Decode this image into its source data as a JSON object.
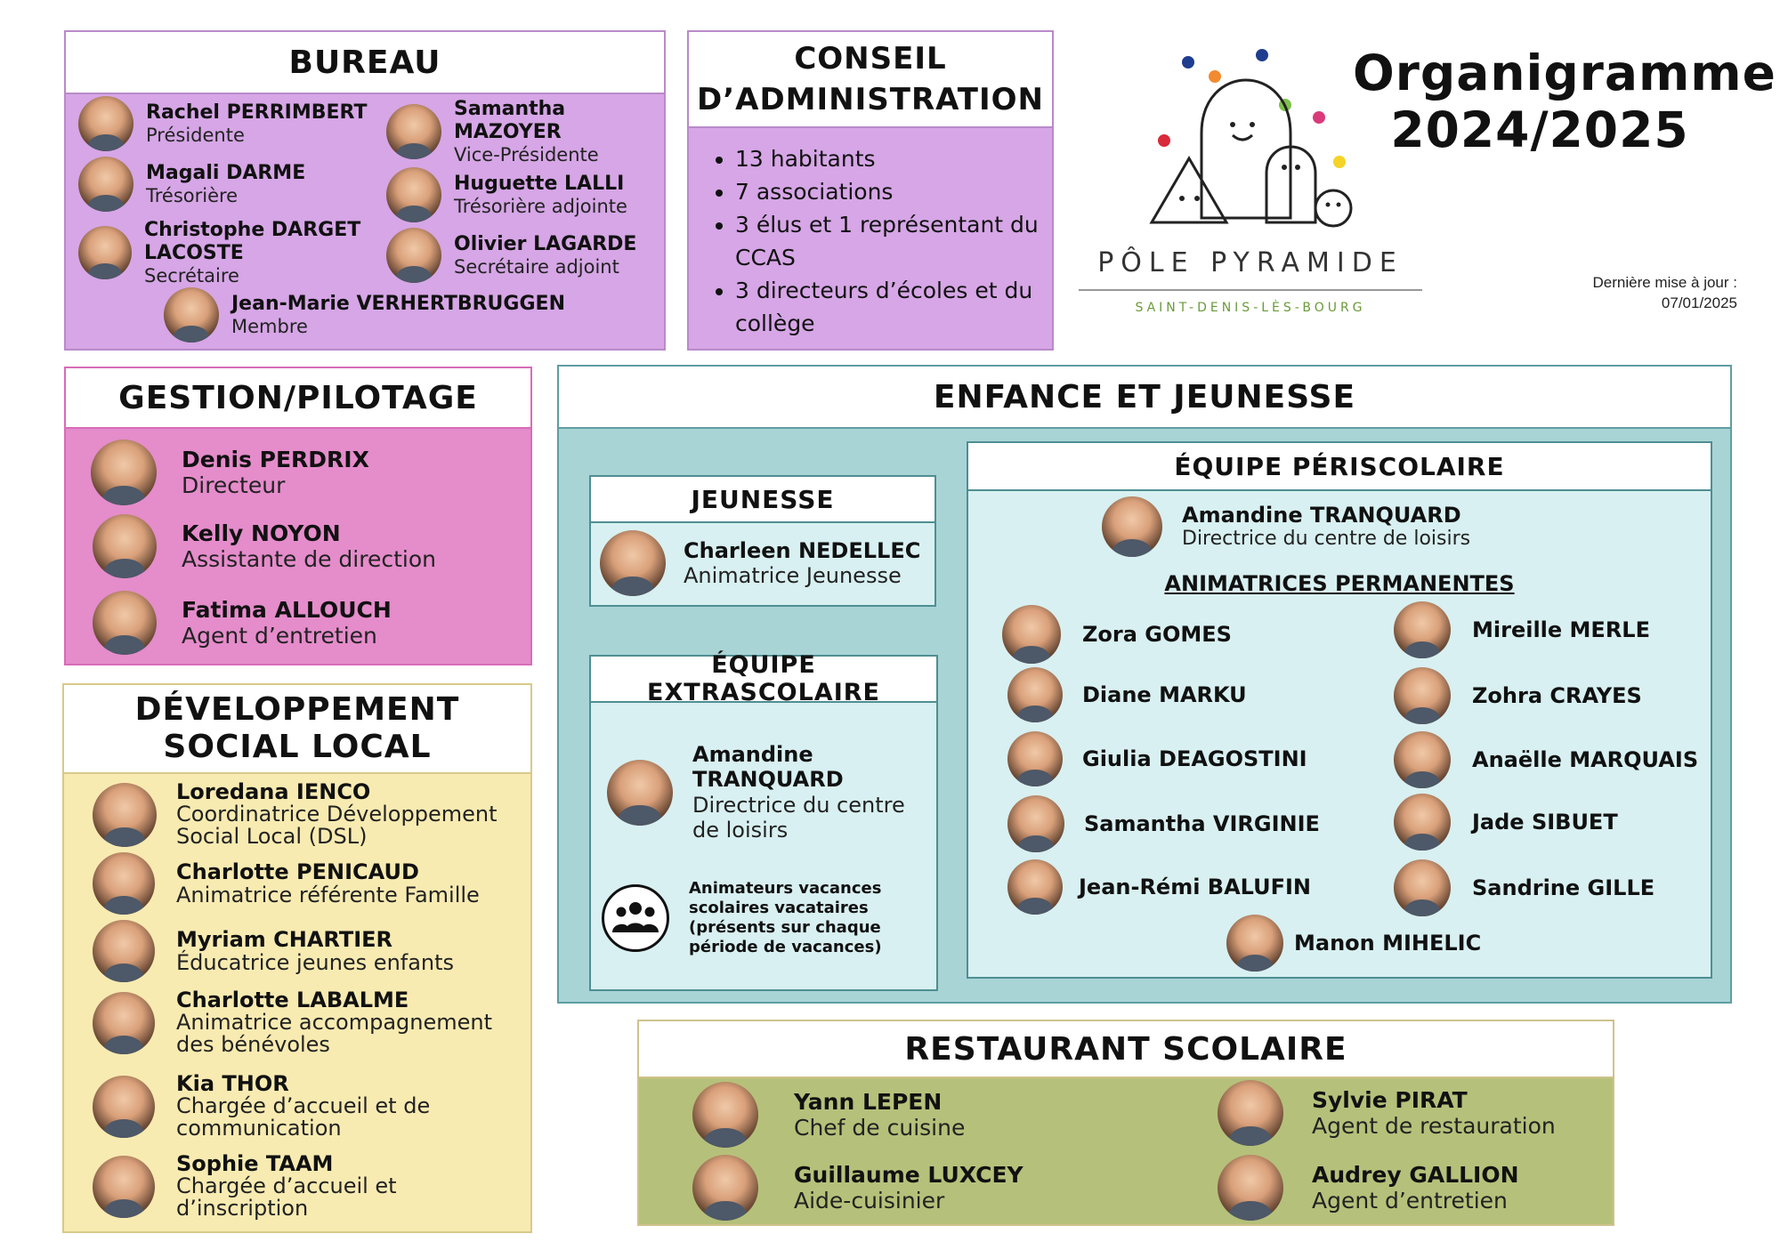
{
  "title": "Organigramme 2024/2025",
  "logo": {
    "name": "PÔLE PYRAMIDE",
    "subtitle": "SAINT-DENIS-LÈS-BOURG"
  },
  "updated": {
    "label": "Dernière mise à jour :",
    "date": "07/01/2025"
  },
  "bureau": {
    "title": "BUREAU",
    "members": [
      {
        "name": "Rachel PERRIMBERT",
        "role": "Présidente"
      },
      {
        "name": "Samantha MAZOYER",
        "role": "Vice-Présidente"
      },
      {
        "name": "Magali DARME",
        "role": "Trésorière"
      },
      {
        "name": "Huguette LALLI",
        "role": "Trésorière adjointe"
      },
      {
        "name": "Christophe DARGET LACOSTE",
        "role": "Secrétaire"
      },
      {
        "name": "Olivier LAGARDE",
        "role": "Secrétaire adjoint"
      },
      {
        "name": "Jean-Marie VERHERTBRUGGEN",
        "role": "Membre"
      }
    ]
  },
  "conseil": {
    "title": "CONSEIL D’ADMINISTRATION",
    "items": [
      "13 habitants",
      "7 associations",
      "3 élus et 1 représentant du CCAS",
      "3 directeurs d’écoles et du collège"
    ]
  },
  "gestion": {
    "title": "GESTION/PILOTAGE",
    "members": [
      {
        "name": "Denis PERDRIX",
        "role": "Directeur"
      },
      {
        "name": "Kelly NOYON",
        "role": "Assistante de direction"
      },
      {
        "name": "Fatima ALLOUCH",
        "role": "Agent d’entretien"
      }
    ]
  },
  "dsl": {
    "title": "DÉVELOPPEMENT SOCIAL LOCAL",
    "members": [
      {
        "name": "Loredana IENCO",
        "role": "Coordinatrice Développement Social Local (DSL)"
      },
      {
        "name": "Charlotte PENICAUD",
        "role": "Animatrice référente Famille"
      },
      {
        "name": "Myriam CHARTIER",
        "role": "Éducatrice jeunes enfants"
      },
      {
        "name": "Charlotte LABALME",
        "role": "Animatrice accompagnement des bénévoles"
      },
      {
        "name": "Kia THOR",
        "role": "Chargée d’accueil et de communication"
      },
      {
        "name": "Sophie TAAM",
        "role": "Chargée d’accueil et d’inscription"
      }
    ]
  },
  "enfance": {
    "title": "ENFANCE ET JEUNESSE",
    "jeunesse": {
      "title": "JEUNESSE",
      "member": {
        "name": "Charleen NEDELLEC",
        "role": "Animatrice Jeunesse"
      }
    },
    "extra": {
      "title": "ÉQUIPE EXTRASCOLAIRE",
      "member": {
        "name": "Amandine TRANQUARD",
        "role": "Directrice du centre de loisirs"
      },
      "note": "Animateurs vacances scolaires vacataires (présents sur chaque période de vacances)",
      "note_icon": "group-icon"
    },
    "peri": {
      "title": "ÉQUIPE PÉRISCOLAIRE",
      "lead": {
        "name": "Amandine TRANQUARD",
        "role": "Directrice du centre de loisirs"
      },
      "sub_title": "ANIMATRICES PERMANENTES",
      "animatrices": [
        "Zora GOMES",
        "Mireille MERLE",
        "Diane MARKU",
        "Zohra CRAYES",
        "Giulia DEAGOSTINI",
        "Anaëlle MARQUAIS",
        "Samantha VIRGINIE",
        "Jade SIBUET",
        "Jean-Rémi BALUFIN",
        "Sandrine GILLE",
        "Manon MIHELIC"
      ]
    }
  },
  "restaurant": {
    "title": "RESTAURANT SCOLAIRE",
    "members": [
      {
        "name": "Yann LEPEN",
        "role": "Chef de cuisine"
      },
      {
        "name": "Sylvie PIRAT",
        "role": "Agent de restauration"
      },
      {
        "name": "Guillaume LUXCEY",
        "role": "Aide-cuisinier"
      },
      {
        "name": "Audrey GALLION",
        "role": "Agent d’entretien"
      }
    ]
  },
  "colors": {
    "bureau": "#d6a6e6",
    "conseil": "#d6a6e6",
    "gestion": "#e58ccb",
    "dsl": "#f8ebb1",
    "enfance_outer": "#a9d4d6",
    "enfance_inner": "#d8f0f1",
    "restaurant": "#b5c17a"
  }
}
